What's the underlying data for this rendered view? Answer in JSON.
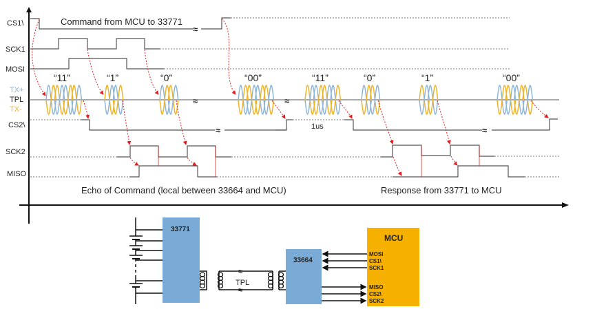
{
  "timing": {
    "signals": {
      "cs1": "CS1\\",
      "sck1": "SCK1",
      "mosi": "MOSI",
      "tx_plus": "TX+",
      "tpl": "TPL",
      "tx_minus": "TX-",
      "cs2": "CS2\\",
      "sck2": "SCK2",
      "miso": "MISO"
    },
    "colors": {
      "tx_plus": "#8fb6d8",
      "tx_minus": "#f0b429",
      "arrow": "#e02020"
    },
    "command_label": "Command from MCU to 33771",
    "echo_label": "Echo of Command (local between 33664 and MCU)",
    "response_label": "Response from 33771 to MCU",
    "delay_label": "1us",
    "break_symbol": "≈",
    "bit_groups": [
      {
        "label": "“11”"
      },
      {
        "label": "“1”"
      },
      {
        "label": "“0”"
      },
      {
        "label": "“00”"
      },
      {
        "label": "“11”"
      },
      {
        "label": "“0”"
      },
      {
        "label": "“1”"
      },
      {
        "label": "“00”"
      }
    ]
  },
  "block": {
    "device1": "33771",
    "device2": "33664",
    "link": "TPL",
    "mcu": "MCU",
    "mcu_out_pins": [
      "MOSI",
      "CS1\\",
      "SCK1"
    ],
    "mcu_in_pins": [
      "MISO",
      "CS2\\",
      "SCK2"
    ],
    "colors": {
      "device": "#7aaad6",
      "mcu": "#f5b000"
    }
  }
}
